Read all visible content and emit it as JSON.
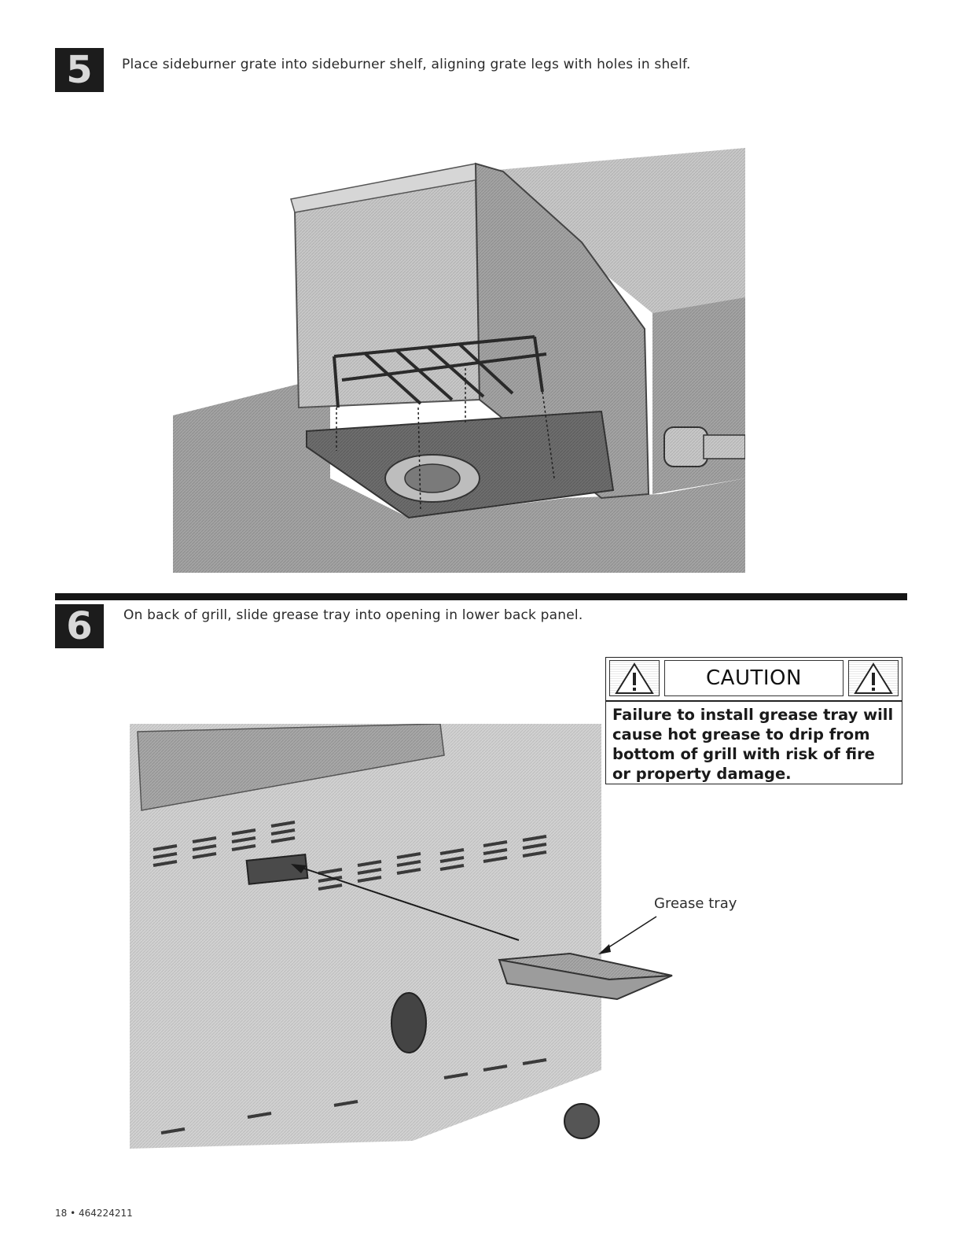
{
  "steps": [
    {
      "number": "5",
      "text": "Place sideburner grate into sideburner shelf, aligning grate legs with holes in shelf."
    },
    {
      "number": "6",
      "text": "On back of grill, slide grease tray into opening in lower back panel."
    }
  ],
  "caution": {
    "title": "CAUTION",
    "icon": "warning-triangle-icon",
    "body": "Failure to install grease tray will cause hot grease to drip from bottom of grill with risk of fire or property damage."
  },
  "callouts": {
    "grease_tray": "Grease tray"
  },
  "footer": {
    "page_number": "18",
    "separator": "•",
    "model_number": "464224211"
  },
  "colors": {
    "badge": "#1c1c1c",
    "divider": "#151515",
    "illustration_gray": "#9a9a9a"
  }
}
